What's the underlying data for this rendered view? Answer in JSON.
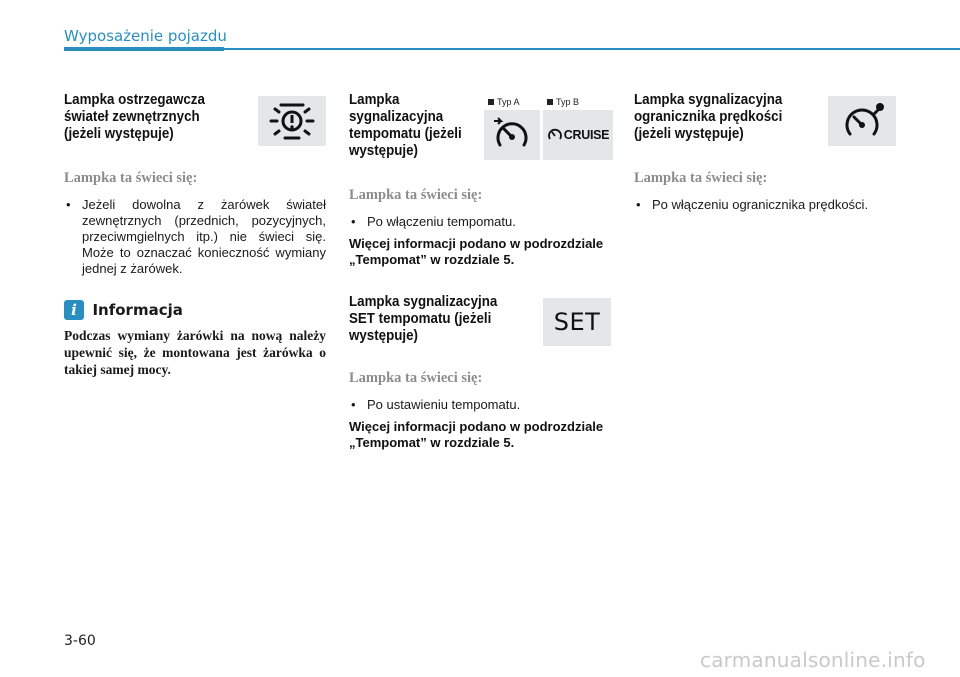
{
  "header": {
    "title": "Wyposażenie pojazdu"
  },
  "col1": {
    "title_lines": [
      "Lampka ostrzegawcza",
      "świateł zewnętrznych",
      "(jeżeli występuje)"
    ],
    "subheading": "Lampka ta świeci się:",
    "bullet": "Jeżeli dowolna z żarówek świateł zewnętrznych (przednich, pozycyjnych, przeciwmgielnych itp.) nie świeci się. Może to oznaczać konieczność wymiany jednej z żarówek.",
    "info": {
      "icon": "i",
      "heading": "Informacja",
      "body": "Podczas wymiany żarówki na nową należy upewnić się, że montowana jest żarówka o takiej samej mocy."
    },
    "icon_name": "exterior-bulb-warning-icon"
  },
  "col2": {
    "cruise": {
      "title_lines": [
        "Lampka",
        "sygnalizacyjna",
        "tempomatu (jeżeli",
        "występuje)"
      ],
      "type_a": "Typ A",
      "type_b": "Typ B",
      "cruise_text": "CRUISE",
      "subheading": "Lampka ta świeci się:",
      "bullet": "Po włączeniu tempomatu.",
      "note_lines": [
        "Więcej informacji podano w podrozdziale",
        "„Tempomat” w rozdziale 5."
      ]
    },
    "set": {
      "title_lines": [
        "Lampka sygnalizacyjna",
        "SET tempomatu (jeżeli",
        "występuje)"
      ],
      "set_text": "SET",
      "subheading": "Lampka ta świeci się:",
      "bullet": "Po ustawieniu tempomatu.",
      "note_lines": [
        "Więcej informacji podano w podrozdziale",
        "„Tempomat” w rozdziale 5."
      ]
    }
  },
  "col3": {
    "title_lines": [
      "Lampka sygnalizacyjna",
      "ogranicznika prędkości",
      "(jeżeli występuje)"
    ],
    "subheading": "Lampka ta świeci się:",
    "bullet": "Po włączeniu ogranicznika prędkości.",
    "icon_name": "speed-limiter-icon"
  },
  "footer": {
    "page": "3-60",
    "watermark": "carmanualsonline.info"
  }
}
